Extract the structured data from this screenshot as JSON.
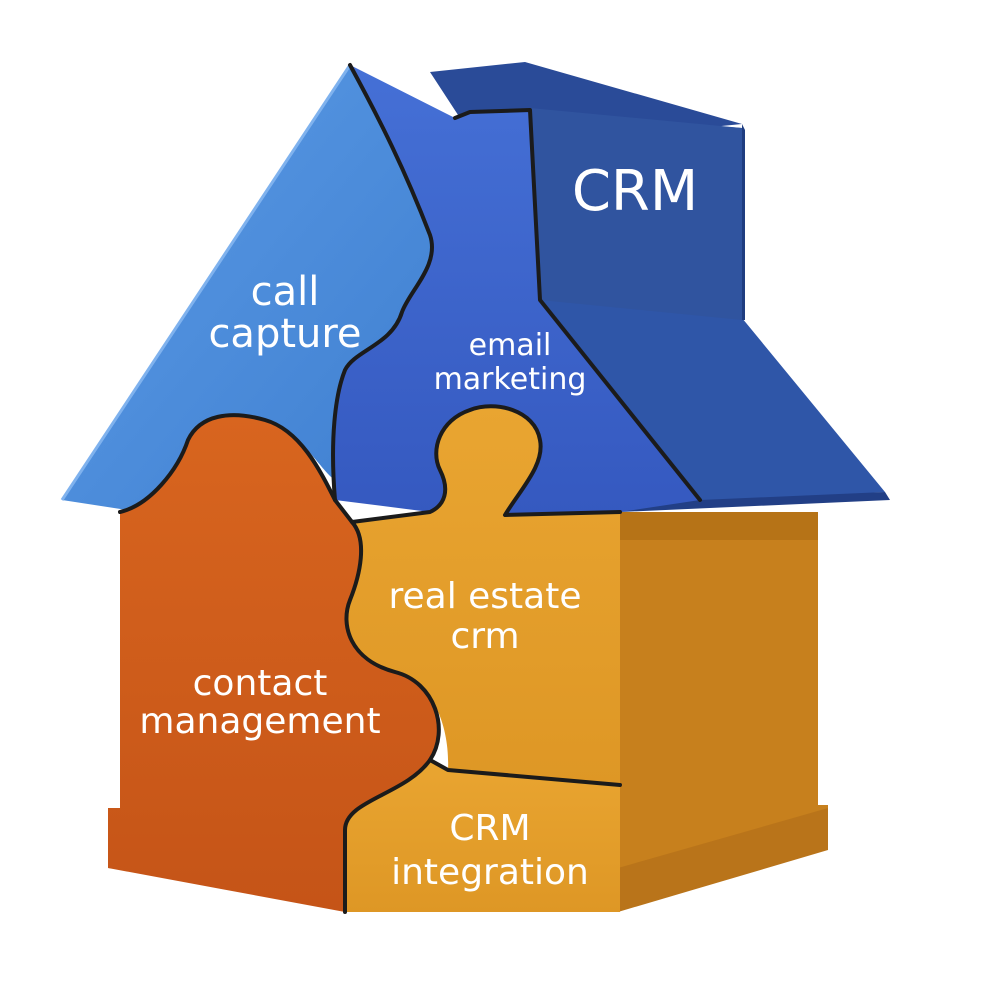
{
  "chimney_label": "CRM",
  "pieces": {
    "call_capture": {
      "line1": "call",
      "line2": "capture"
    },
    "email_marketing": {
      "line1": "email",
      "line2": "marketing"
    },
    "contact_management": {
      "line1": "contact",
      "line2": "management"
    },
    "real_estate_crm": {
      "line1": "real estate",
      "line2": "crm"
    },
    "crm_integration": {
      "line1": "CRM",
      "line2": "integration"
    }
  },
  "colors": {
    "light_blue": "#4a8ad8",
    "royal_blue": "#3b63c9",
    "navy": "#2b4f9c",
    "rust": "#cf5d1c",
    "gold": "#e09c2a",
    "gold_side": "#c7801d"
  }
}
